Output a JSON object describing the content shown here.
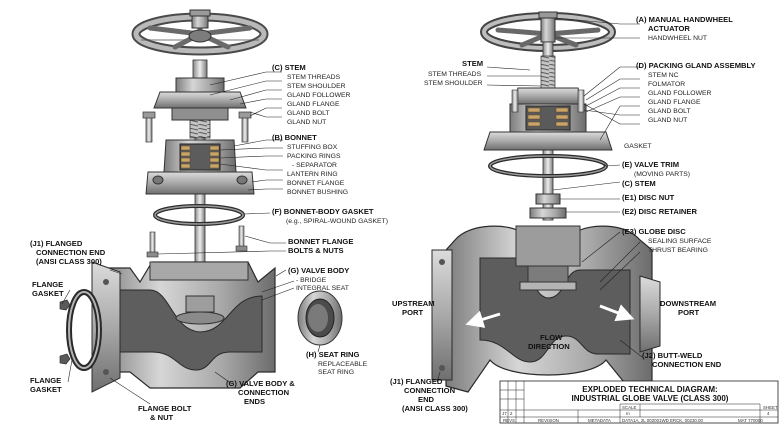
{
  "left": {
    "stem": {
      "title": "(C) STEM",
      "subs": [
        "STEM THREADS",
        "STEM SHOULDER",
        "GLAND FOLLOWER",
        "GLAND FLANGE",
        "GLAND BOLT",
        "GLAND NUT"
      ]
    },
    "bonnet": {
      "title": "(B) BONNET",
      "subs": [
        "STUFFING BOX",
        "PACKING RINGS",
        "- SEPARATOR",
        "LANTERN RING",
        "BONNET FLANGE",
        "BONNET BUSHING"
      ]
    },
    "gasket": {
      "title": "(F) BONNET-BODY GASKET",
      "sub": "(e.g., SPIRAL-WOUND GASKET)"
    },
    "bolts": {
      "line1": "BONNET FLANGE",
      "line2": "BOLTS & NUTS"
    },
    "body": {
      "title": "(G) VALVE BODY",
      "subs": [
        "- BRIDGE",
        "INTEGRAL SEAT"
      ]
    },
    "flanged": {
      "line1": "(J1) FLANGED",
      "line2": "CONNECTION END",
      "line3": "(ANSI CLASS 300)"
    },
    "flange_gasket_top": {
      "line1": "FLANGE",
      "line2": "GASKET"
    },
    "flange_gasket_bottom": {
      "line1": "FLANGE",
      "line2": "GASKET"
    },
    "seat_ring": {
      "title": "(H) SEAT RING",
      "subs": [
        "REPLACEABLE",
        "SEAT RING"
      ]
    },
    "body_ends": {
      "line1": "(G) VALVE BODY &",
      "line2": "CONNECTION",
      "line3": "ENDS"
    },
    "flange_bolt": {
      "line1": "FLANGE BOLT",
      "line2": "& NUT"
    }
  },
  "right": {
    "actuator": {
      "title1": "(A) MANUAL HANDWHEEL",
      "title2": "ACTUATOR",
      "sub": "HANDWHEEL NUT"
    },
    "stem": {
      "title": "STEM",
      "subs": [
        "STEM THREADS",
        "STEM SHOULDER"
      ]
    },
    "packing": {
      "title": "(D) PACKING GLAND ASSEMBLY",
      "subs": [
        "STEM NC",
        "FOLMATOR",
        "GLAND FOLLOWER",
        "GLAND FLANGE",
        "GLAND BOLT",
        "GLAND NUT"
      ]
    },
    "gasket_label": "GASKET",
    "trim": {
      "title": "(E) VALVE TRIM",
      "sub": "(MOVING PARTS)"
    },
    "stem_c": "(C) STEM",
    "disc_nut": "(E1) DISC NUT",
    "disc_retainer": "(E2) DISC RETAINER",
    "globe_disc": {
      "title": "(E3) GLOBE DISC",
      "subs": [
        "SEALING SURFACE",
        "THRUST BEARING"
      ]
    },
    "upstream": {
      "line1": "UPSTREAM",
      "line2": "PORT"
    },
    "downstream": {
      "line1": "DOWNSTREAM",
      "line2": "PORT"
    },
    "flow": {
      "line1": "FLOW",
      "line2": "DIRECTION"
    },
    "butt_weld": {
      "line1": "(J2) BUTT-WELD",
      "line2": "CONNECTION END"
    },
    "flanged": {
      "line1": "(J1) FLANGED",
      "line2": "CONNECTION",
      "line3": "END",
      "line4": "(ANSI CLASS 300)"
    }
  },
  "title_block": {
    "title1": "EXPLODED TECHNICAL DIAGRAM:",
    "title2": "INDUSTRIAL GLOBE VALVE (CLASS 300)",
    "scale_label": "SCALE",
    "scale_value": "m",
    "sheet_label": "SHEET",
    "sheet_value": "4",
    "small_a": "J7",
    "small_b": "2",
    "revs": "REVS",
    "revision": "REVISION",
    "metadata": "METADATA",
    "data": "DATA1A, 2L 002001WD ERCK, 00230.00",
    "ref": "MAT 770000"
  },
  "colors": {
    "metal_light": "#c9c9c9",
    "metal_mid": "#9a9a9a",
    "metal_dark": "#5e5e5e",
    "ink": "#1c1c1c"
  }
}
